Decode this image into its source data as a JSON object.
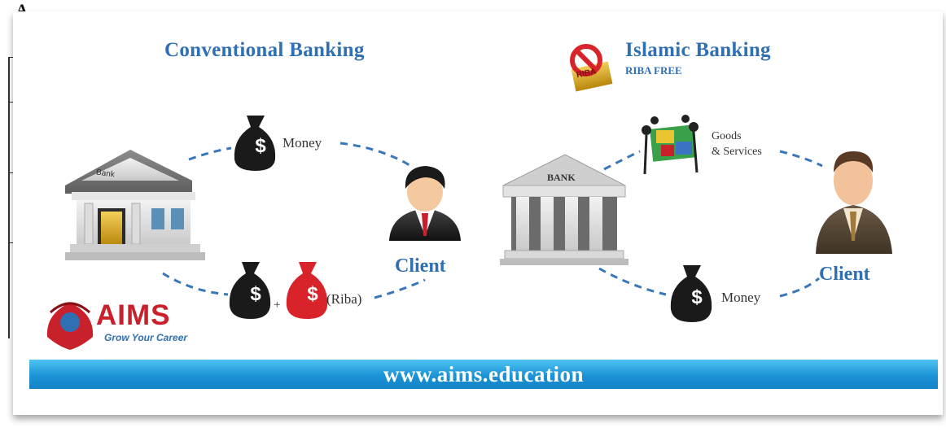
{
  "page": {
    "clipped_heading": "A"
  },
  "conventional": {
    "title": "Conventional Banking",
    "bank_sign": "Bank",
    "money_label": "Money",
    "riba_label": "(Riba)",
    "plus": "+",
    "client_label": "Client"
  },
  "islamic": {
    "title": "Islamic Banking",
    "subtitle": "RIBA FREE",
    "no_riba_badge": "RIBA",
    "bank_sign": "BANK",
    "goods_label_1": "Goods",
    "goods_label_2": "& Services",
    "money_label": "Money",
    "client_label": "Client"
  },
  "icons": {
    "bag_symbol": "$"
  },
  "logo": {
    "name": "AIMS",
    "tagline": "Grow Your Career"
  },
  "footer": {
    "url": "www.aims.education"
  },
  "colors": {
    "title_blue": "#2f6fb4",
    "footer_blue": "#1b93d6",
    "logo_red": "#c8212b",
    "riba_bag": "#d8232a",
    "money_bag": "#1a1a1a"
  }
}
